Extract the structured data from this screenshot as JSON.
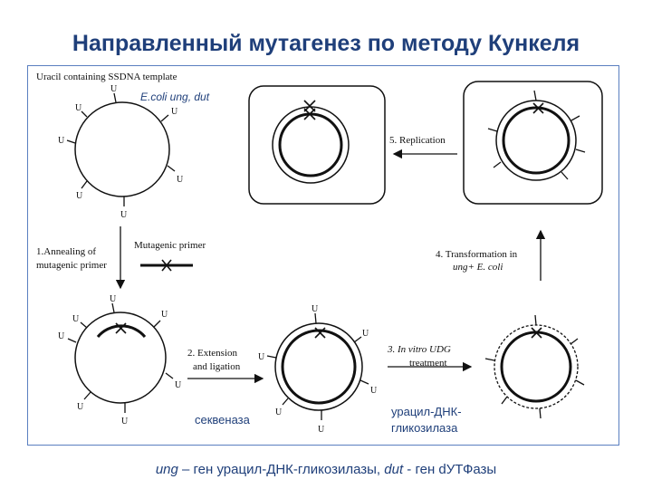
{
  "title": "Направленный мутагенез по методу Кункеля",
  "labels": {
    "template": "Uracil containing SSDNA template",
    "ecoli": "E.coli ung, dut",
    "step1_line1": "1.Annealing of",
    "step1_line2": "mutagenic primer",
    "primer": "Mutagenic primer",
    "step2_line1": "2. Extension",
    "step2_line2": "and ligation",
    "step3_line1": "3. In vitro UDG",
    "step3_line2": "treatment",
    "step4_line1": "4. Transformation in",
    "step4_line2": "ung+ E. coli",
    "step5": "5. Replication",
    "sequenase": "секвеназа",
    "udg_line1": "урацил-ДНК-",
    "udg_line2": "гликозилаза",
    "uracil": "U"
  },
  "caption": {
    "part1": "ung",
    "part2": " – ген урацил-ДНК-гликозилазы, ",
    "part3": "dut",
    "part4": "  - ген dУТФазы"
  },
  "colors": {
    "title": "#1f3f7a",
    "annotation": "#1f3f7a",
    "frame": "#5a7fc0",
    "line": "#111111"
  }
}
